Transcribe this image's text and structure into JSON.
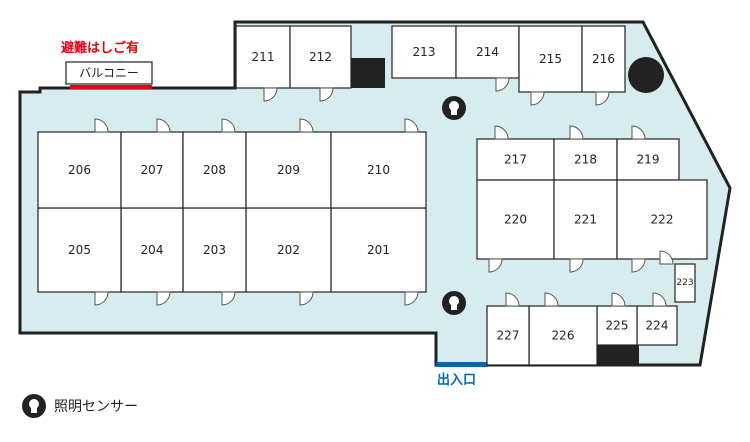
{
  "colors": {
    "floor": "#d6ecee",
    "wall": "#222222",
    "room": "#ffffff",
    "emergency": "#e60012",
    "entrance": "#0068b7",
    "dark": "#222222"
  },
  "labels": {
    "emergency_ladder": "避難はしご有",
    "balcony": "バルコニー",
    "entrance": "出入口",
    "legend_sensor": "照明センサー"
  },
  "icons": {
    "sensor": "light-sensor-icon",
    "column": "round-column-icon",
    "shaft": "square-shaft-icon"
  },
  "rooms": [
    {
      "id": "201",
      "label": "201"
    },
    {
      "id": "202",
      "label": "202"
    },
    {
      "id": "203",
      "label": "203"
    },
    {
      "id": "204",
      "label": "204"
    },
    {
      "id": "205",
      "label": "205"
    },
    {
      "id": "206",
      "label": "206"
    },
    {
      "id": "207",
      "label": "207"
    },
    {
      "id": "208",
      "label": "208"
    },
    {
      "id": "209",
      "label": "209"
    },
    {
      "id": "210",
      "label": "210"
    },
    {
      "id": "211",
      "label": "211"
    },
    {
      "id": "212",
      "label": "212"
    },
    {
      "id": "213",
      "label": "213"
    },
    {
      "id": "214",
      "label": "214"
    },
    {
      "id": "215",
      "label": "215"
    },
    {
      "id": "216",
      "label": "216"
    },
    {
      "id": "217",
      "label": "217"
    },
    {
      "id": "218",
      "label": "218"
    },
    {
      "id": "219",
      "label": "219"
    },
    {
      "id": "220",
      "label": "220"
    },
    {
      "id": "221",
      "label": "221"
    },
    {
      "id": "222",
      "label": "222"
    },
    {
      "id": "223",
      "label": "223"
    },
    {
      "id": "224",
      "label": "224"
    },
    {
      "id": "225",
      "label": "225"
    },
    {
      "id": "226",
      "label": "226"
    },
    {
      "id": "227",
      "label": "227"
    }
  ]
}
